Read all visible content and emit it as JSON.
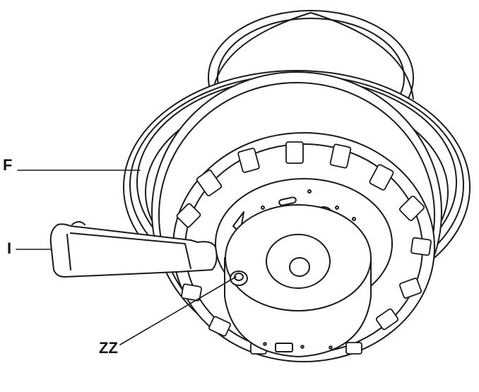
{
  "labels": {
    "f": "F",
    "i": "I",
    "zz": "ZZ"
  },
  "colors": {
    "line": "#1a1a1a",
    "fill": "#ffffff",
    "background": "#ffffff"
  }
}
